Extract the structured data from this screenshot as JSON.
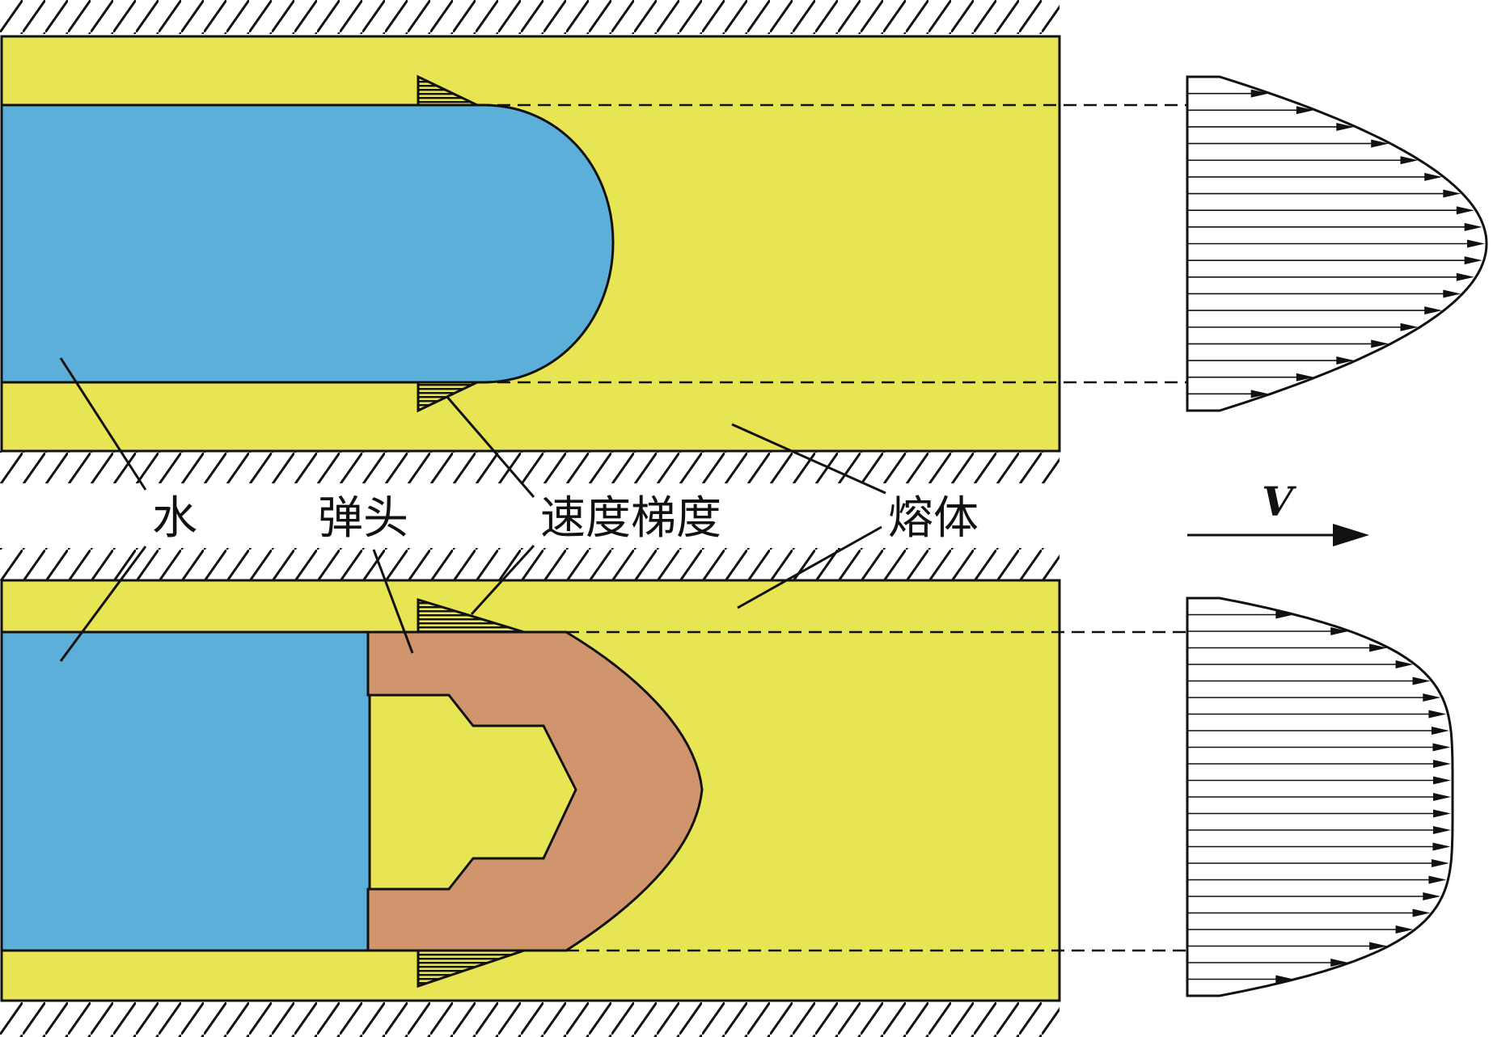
{
  "labels": {
    "water": "水",
    "bullet": "弹头",
    "velocity_gradient": "速度梯度",
    "melt": "熔体",
    "velocity": "V"
  },
  "colors": {
    "melt": "#e8e555",
    "water": "#5bafd8",
    "bullet": "#d0956c",
    "line": "#111111",
    "background": "#ffffff"
  }
}
